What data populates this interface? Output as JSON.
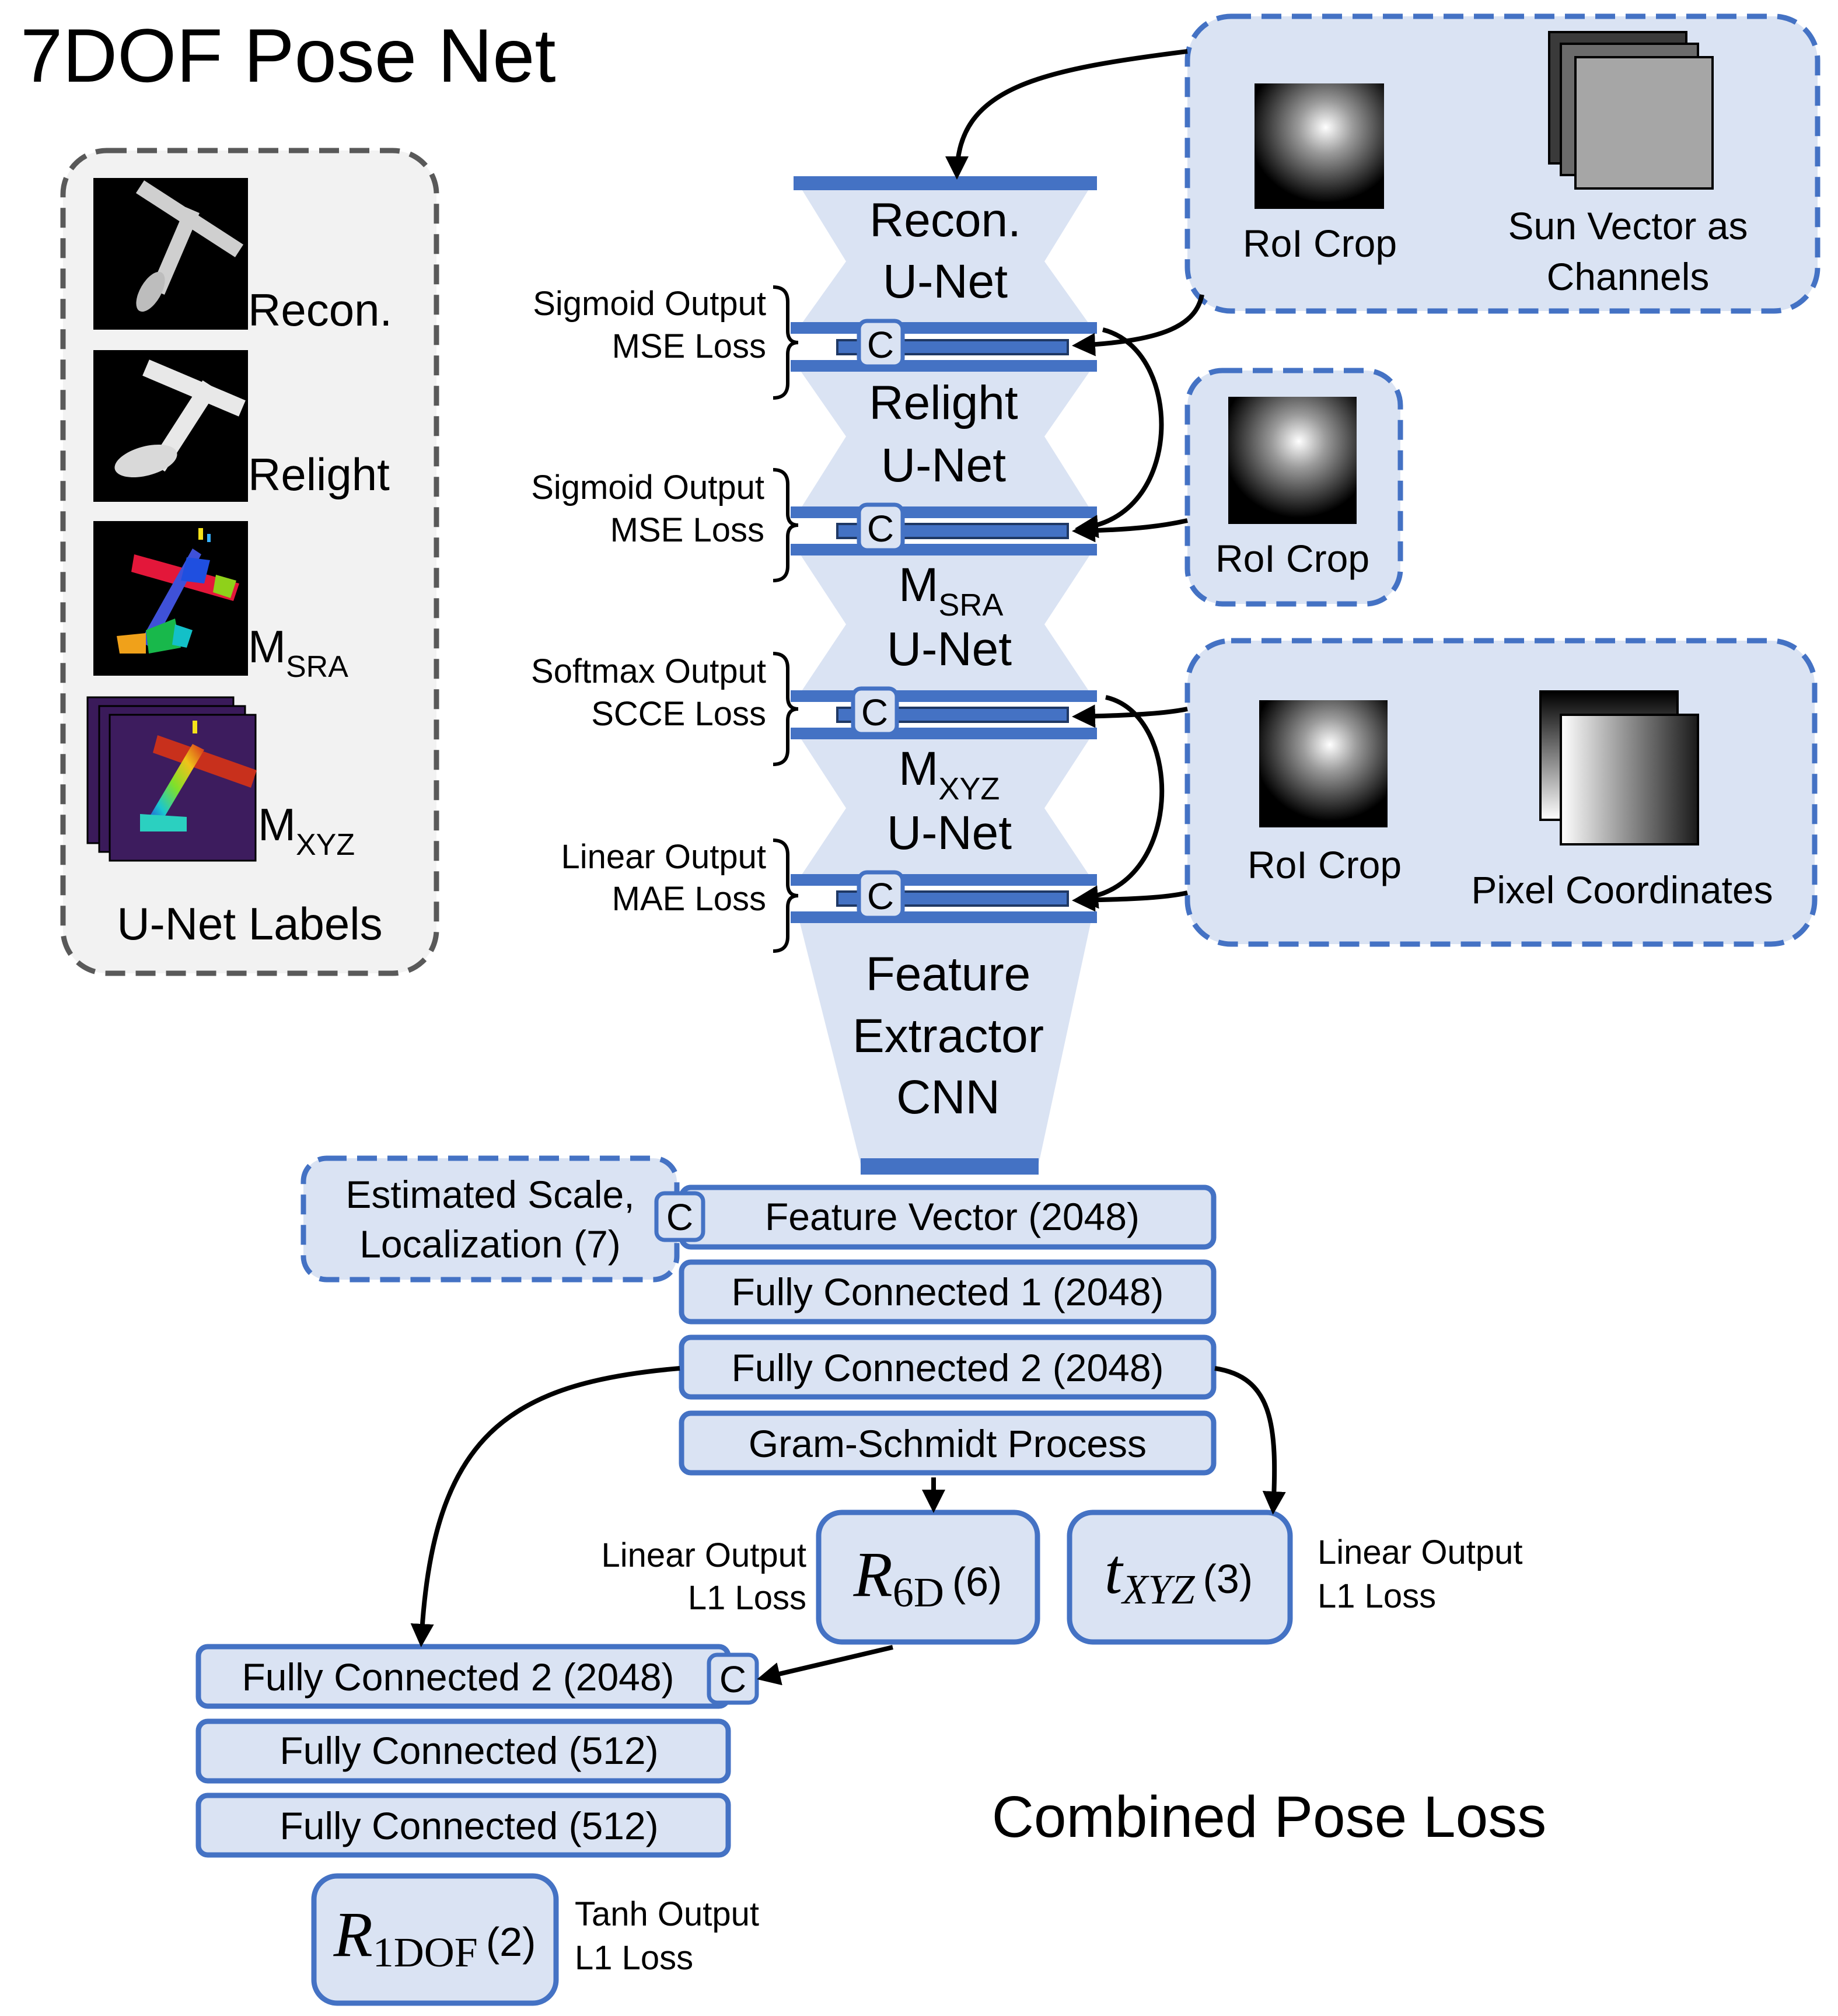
{
  "title": "7DOF Pose Net",
  "labels_panel": {
    "caption": "U-Net Labels",
    "items": [
      {
        "label": "Recon."
      },
      {
        "label": "Relight"
      },
      {
        "label_main": "M",
        "label_sub": "SRA"
      },
      {
        "label_main": "M",
        "label_sub": "XYZ"
      }
    ]
  },
  "unets": [
    {
      "line1": "Recon.",
      "line2": "U-Net"
    },
    {
      "line1": "Relight",
      "line2": "U-Net"
    },
    {
      "line1_main": "M",
      "line1_sub": "SRA",
      "line2": "U-Net"
    },
    {
      "line1_main": "M",
      "line1_sub": "XYZ",
      "line2": "U-Net"
    }
  ],
  "losses": [
    {
      "output": "Sigmoid Output",
      "loss": "MSE Loss"
    },
    {
      "output": "Sigmoid Output",
      "loss": "MSE Loss"
    },
    {
      "output": "Softmax Output",
      "loss": "SCCE Loss"
    },
    {
      "output": "Linear Output",
      "loss": "MAE Loss"
    }
  ],
  "concat_symbol": "C",
  "inputs": {
    "top": {
      "roi_label": "RoI Crop",
      "sun_label_1": "Sun Vector as",
      "sun_label_2": "Channels"
    },
    "middle": {
      "roi_label": "RoI Crop"
    },
    "bottom": {
      "roi_label": "RoI Crop",
      "coords_label": "Pixel Coordinates"
    }
  },
  "feature_extractor": {
    "line1": "Feature",
    "line2": "Extractor",
    "line3": "CNN"
  },
  "scale_box": {
    "line1": "Estimated Scale,",
    "line2": "Localization (7)"
  },
  "layers": {
    "feature_vector": "Feature Vector (2048)",
    "fc1": "Fully Connected 1 (2048)",
    "fc2": "Fully Connected 2 (2048)",
    "gram_schmidt": "Gram-Schmidt Process"
  },
  "outputs": {
    "r6d": {
      "symbol": "R",
      "sub": "6D",
      "dim": "(6)",
      "output": "Linear Output",
      "loss": "L1 Loss"
    },
    "txyz": {
      "symbol": "t",
      "sub": "XYZ",
      "dim": "(3)",
      "output": "Linear Output",
      "loss": "L1 Loss"
    },
    "r1dof": {
      "symbol": "R",
      "sub": "1DOF",
      "dim": "(2)",
      "output": "Tanh Output",
      "loss": "L1 Loss"
    }
  },
  "lower_branch": {
    "fc2": "Fully Connected 2 (2048)",
    "fc_a": "Fully Connected (512)",
    "fc_b": "Fully Connected (512)"
  },
  "combined_loss": "Combined Pose Loss",
  "colors": {
    "accent_blue": "#4472c4",
    "fill_blue": "#dae3f3",
    "panel_gray": "#f2f2f2",
    "dash_gray": "#595959"
  }
}
